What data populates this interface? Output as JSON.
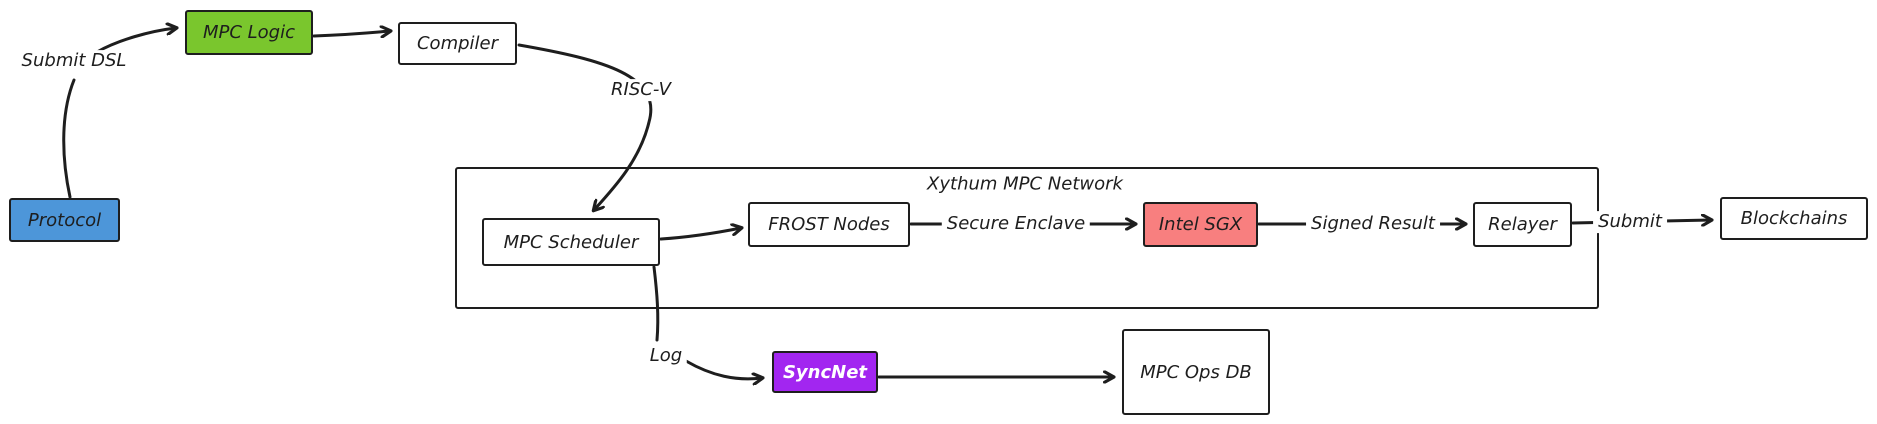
{
  "diagram": {
    "container": {
      "title": "Xythum MPC Network"
    },
    "nodes": {
      "protocol": {
        "label": "Protocol",
        "fill": "#4d96d9",
        "text": "#1e1e1e"
      },
      "mpc_logic": {
        "label": "MPC Logic",
        "fill": "#7ac62d",
        "text": "#1e1e1e"
      },
      "compiler": {
        "label": "Compiler",
        "fill": "#ffffff",
        "text": "#1e1e1e"
      },
      "mpc_scheduler": {
        "label": "MPC Scheduler",
        "fill": "#ffffff",
        "text": "#1e1e1e"
      },
      "frost_nodes": {
        "label": "FROST Nodes",
        "fill": "#ffffff",
        "text": "#1e1e1e"
      },
      "intel_sgx": {
        "label": "Intel SGX",
        "fill": "#f87f7f",
        "text": "#1e1e1e"
      },
      "relayer": {
        "label": "Relayer",
        "fill": "#ffffff",
        "text": "#1e1e1e"
      },
      "blockchains": {
        "label": "Blockchains",
        "fill": "#ffffff",
        "text": "#1e1e1e"
      },
      "syncnet": {
        "label": "SyncNet",
        "fill": "#a226f0",
        "text": "#ffffff"
      },
      "mpc_ops_db": {
        "label": "MPC Ops DB",
        "fill": "#ffffff",
        "text": "#1e1e1e"
      }
    },
    "edge_labels": {
      "submit_dsl": "Submit DSL",
      "risc_v": "RISC-V",
      "secure_enclave": "Secure Enclave",
      "signed_result": "Signed Result",
      "submit": "Submit",
      "log": "Log"
    },
    "colors": {
      "stroke": "#1e1e1e",
      "background": "#ffffff"
    }
  }
}
